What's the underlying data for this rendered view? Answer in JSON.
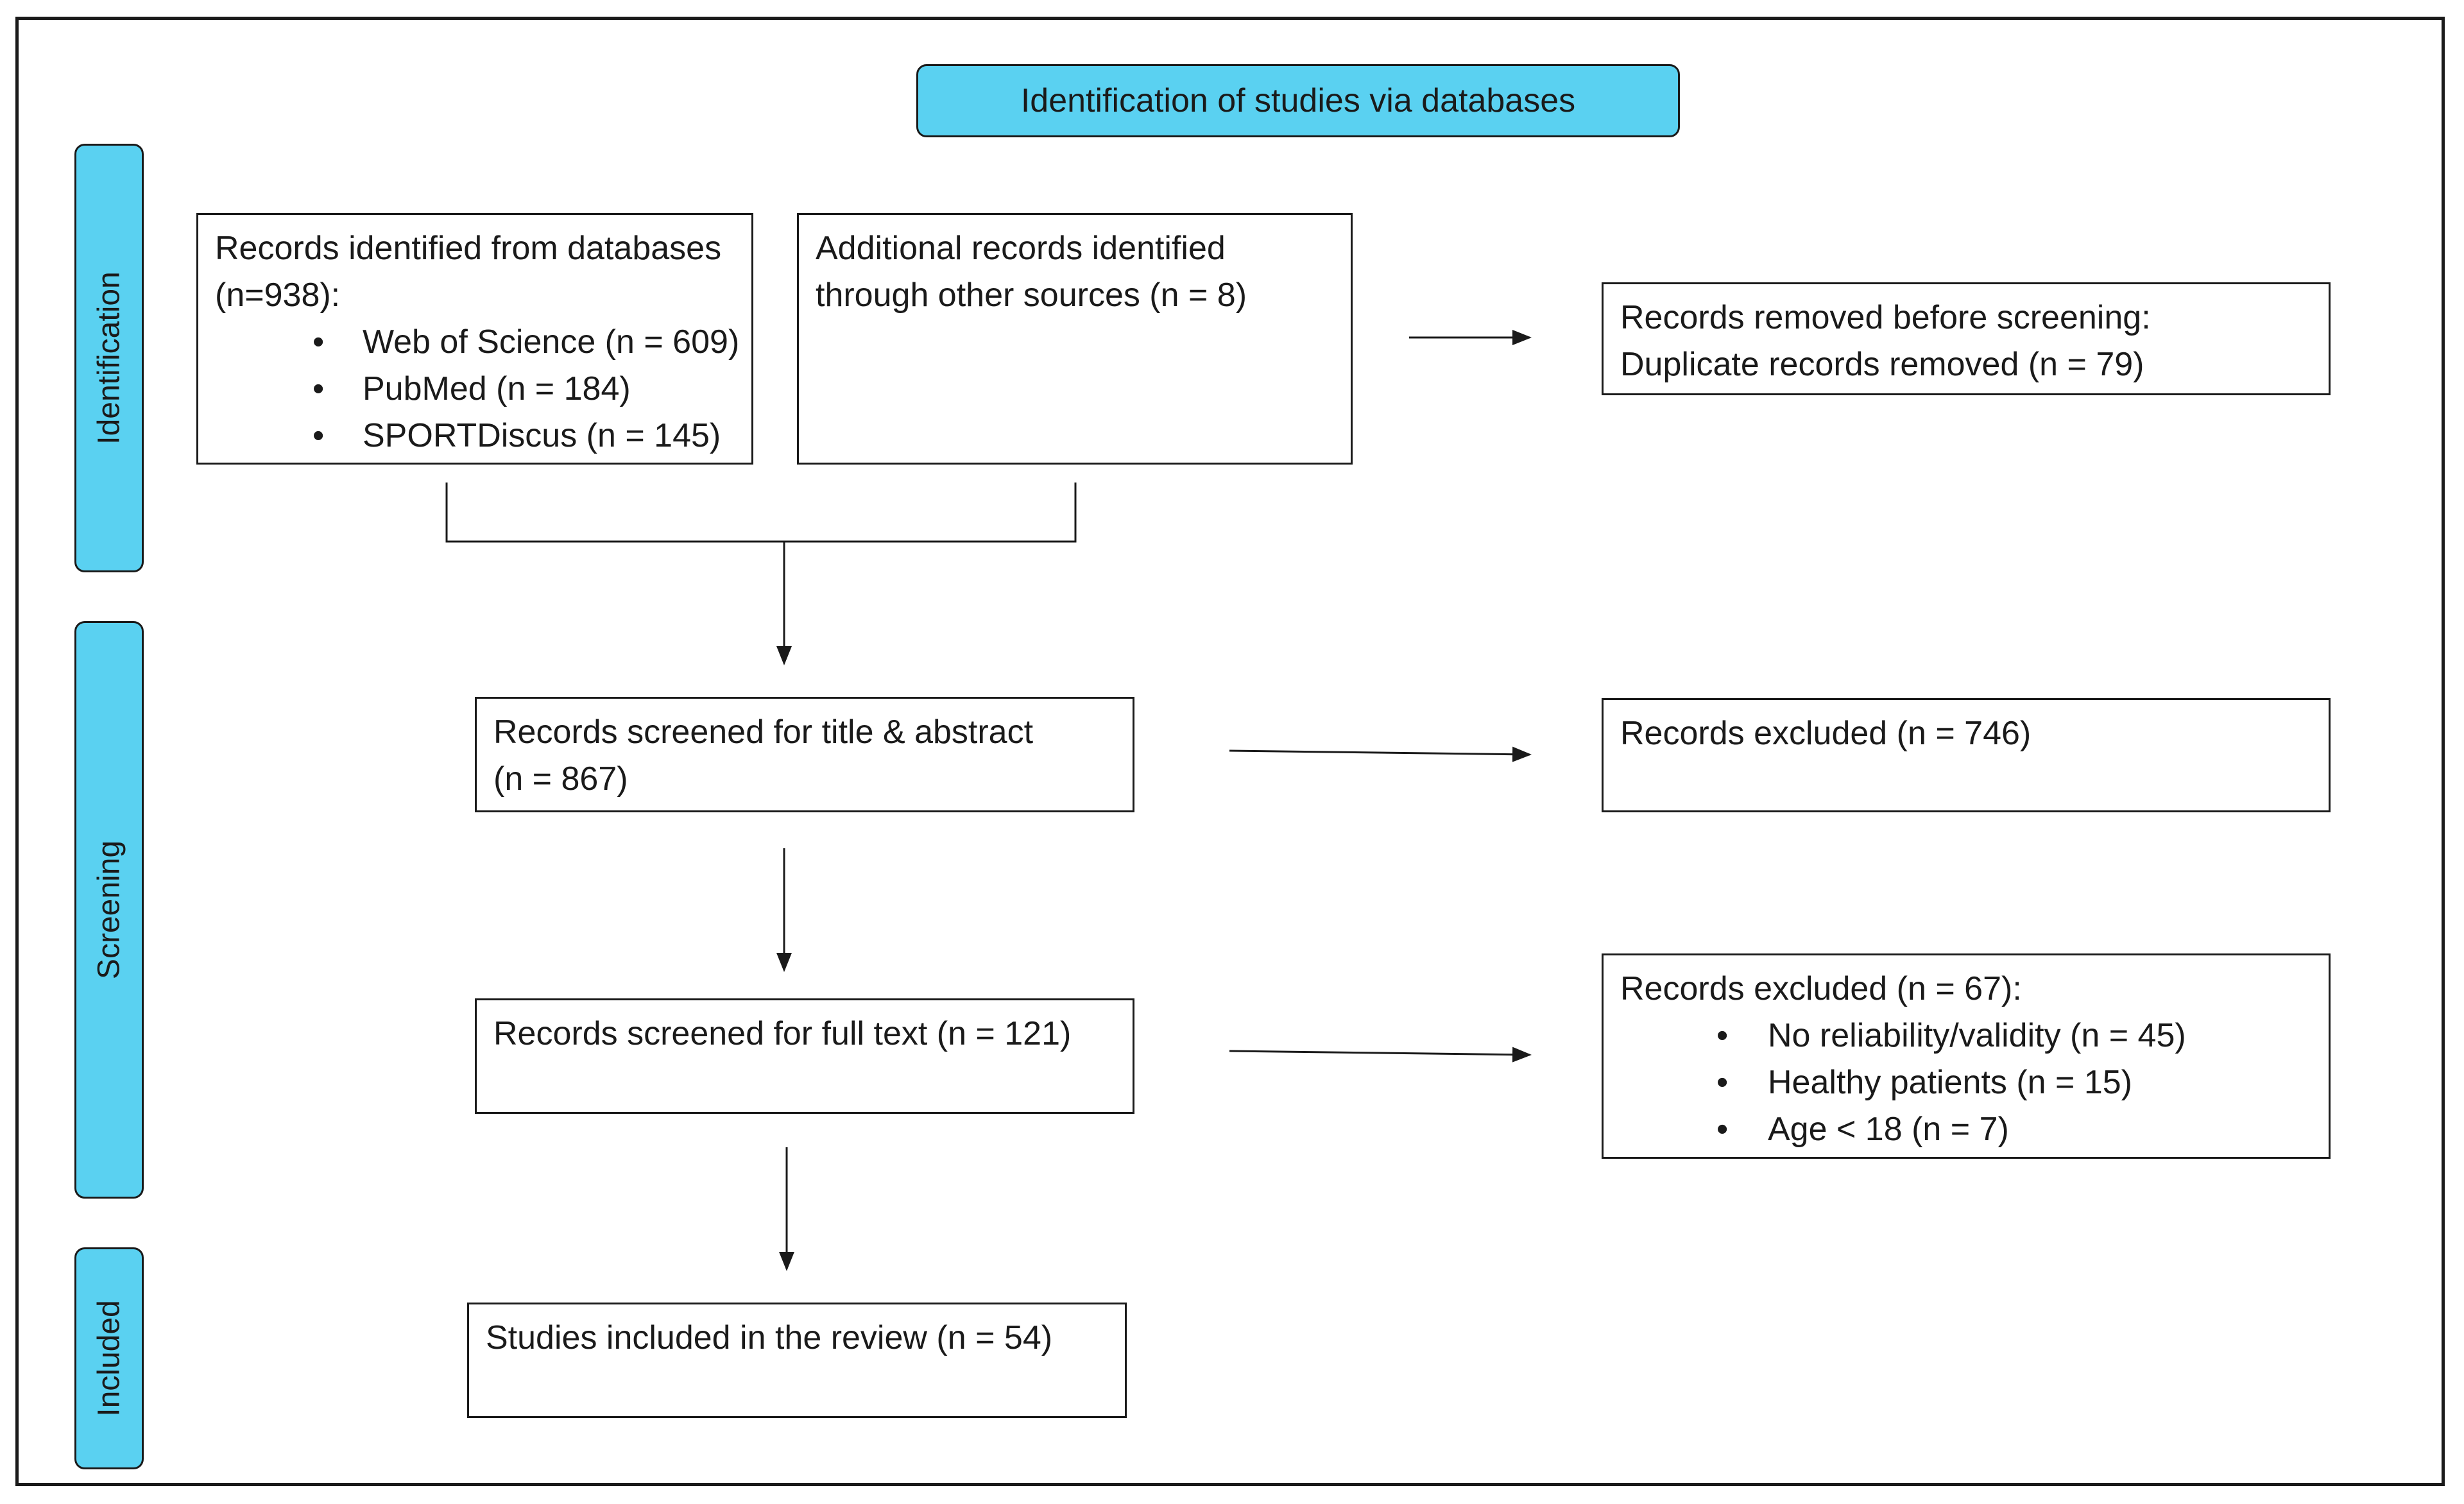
{
  "header": {
    "title": "Identification of studies via databases"
  },
  "stages": {
    "identification": "Identification",
    "screening": "Screening",
    "included": "Included"
  },
  "boxes": {
    "records_identified": {
      "title": "Records identified from databases",
      "count": "(n=938):",
      "items": [
        "Web of Science (n = 609)",
        "PubMed (n = 184)",
        "SPORTDiscus (n = 145)"
      ],
      "bullet": "•"
    },
    "additional_records": {
      "line1": "Additional records identified",
      "line2": "through other sources (n = 8)"
    },
    "removed_before_screening": {
      "line1": "Records removed before screening:",
      "line2": "Duplicate records removed (n = 79)"
    },
    "screened_title_abstract": {
      "line1": "Records screened for title & abstract",
      "line2": "(n = 867)"
    },
    "excluded_746": {
      "line1": "Records excluded (n = 746)"
    },
    "screened_full_text": {
      "line1": "Records screened for full text (n = 121)"
    },
    "excluded_67": {
      "title": "Records excluded (n = 67):",
      "items": [
        "No reliability/validity (n = 45)",
        "Healthy patients (n = 15)",
        "Age < 18 (n = 7)"
      ],
      "bullet": "•"
    },
    "studies_included": {
      "line1": "Studies included in the review (n = 54)"
    }
  },
  "colors": {
    "accent": "#5ad1f1",
    "stroke": "#1a1a1a"
  }
}
